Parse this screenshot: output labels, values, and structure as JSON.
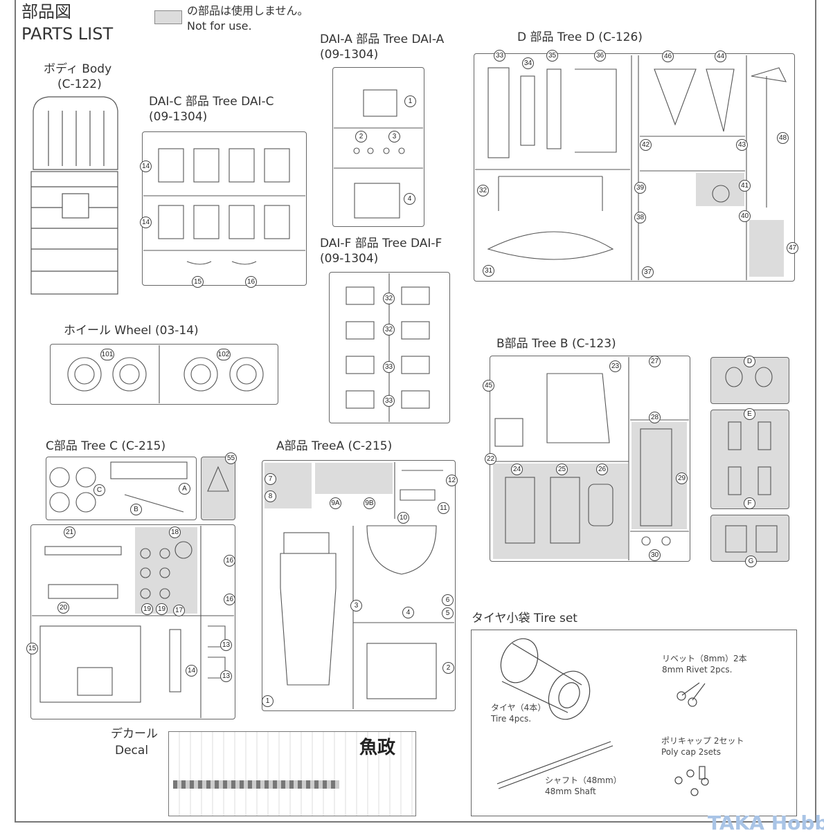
{
  "header": {
    "title_ja": "部品図",
    "title_en": "PARTS LIST",
    "legend_ja": "の部品は使用しません。",
    "legend_en": "Not for use."
  },
  "trees": {
    "body": {
      "title": "ボディ Body",
      "code": "(C-122)",
      "parts": []
    },
    "dai_c": {
      "title": "DAI-C 部品 Tree DAI-C",
      "code": "(09-1304)",
      "parts": [
        "14",
        "14",
        "15",
        "16"
      ]
    },
    "dai_a": {
      "title": "DAI-A 部品 Tree DAI-A",
      "code": "(09-1304)",
      "parts": [
        "1",
        "2",
        "3",
        "4"
      ]
    },
    "dai_f": {
      "title": "DAI-F 部品 Tree DAI-F",
      "code": "(09-1304)",
      "parts": [
        "32",
        "32",
        "33",
        "33"
      ]
    },
    "d": {
      "title": "D 部品 Tree D (C-126)",
      "parts": [
        "33",
        "34",
        "35",
        "36",
        "46",
        "44",
        "48",
        "42",
        "43",
        "32",
        "39",
        "41",
        "38",
        "40",
        "47",
        "31",
        "37"
      ]
    },
    "wheel": {
      "title": "ホイール Wheel (03-14)",
      "parts": [
        "101",
        "102"
      ]
    },
    "b": {
      "title": "B部品 Tree B (C-123)",
      "parts": [
        "23",
        "27",
        "45",
        "28",
        "22",
        "24",
        "25",
        "26",
        "29",
        "30",
        "D",
        "E",
        "F",
        "G"
      ]
    },
    "c": {
      "title": "C部品 Tree C (C-215)",
      "parts": [
        "55",
        "C",
        "A",
        "B",
        "21",
        "18",
        "16",
        "16",
        "20",
        "19",
        "19",
        "17",
        "15",
        "13",
        "14",
        "13"
      ]
    },
    "a": {
      "title": "A部品 TreeA (C-215)",
      "parts": [
        "7",
        "8",
        "9A",
        "9B",
        "12",
        "11",
        "10",
        "6",
        "3",
        "4",
        "5",
        "2",
        "1"
      ]
    }
  },
  "decal": {
    "label_ja": "デカール",
    "label_en": "Decal",
    "logo_text": "魚政"
  },
  "tire_set": {
    "title": "タイヤ小袋 Tire set",
    "items": [
      {
        "ja": "タイヤ（4本）",
        "en": "Tire 4pcs."
      },
      {
        "ja": "リベット（8mm）2本",
        "en": "8mm Rivet 2pcs."
      },
      {
        "ja": "シャフト（48mm）",
        "en": "48mm Shaft"
      },
      {
        "ja": "ポリキャップ 2セット",
        "en": "Poly cap 2sets"
      }
    ]
  },
  "watermark": "TAKA Hobby",
  "colors": {
    "line": "#555555",
    "gray_fill": "#dcdcdc",
    "watermark": "#a9c4e6"
  }
}
